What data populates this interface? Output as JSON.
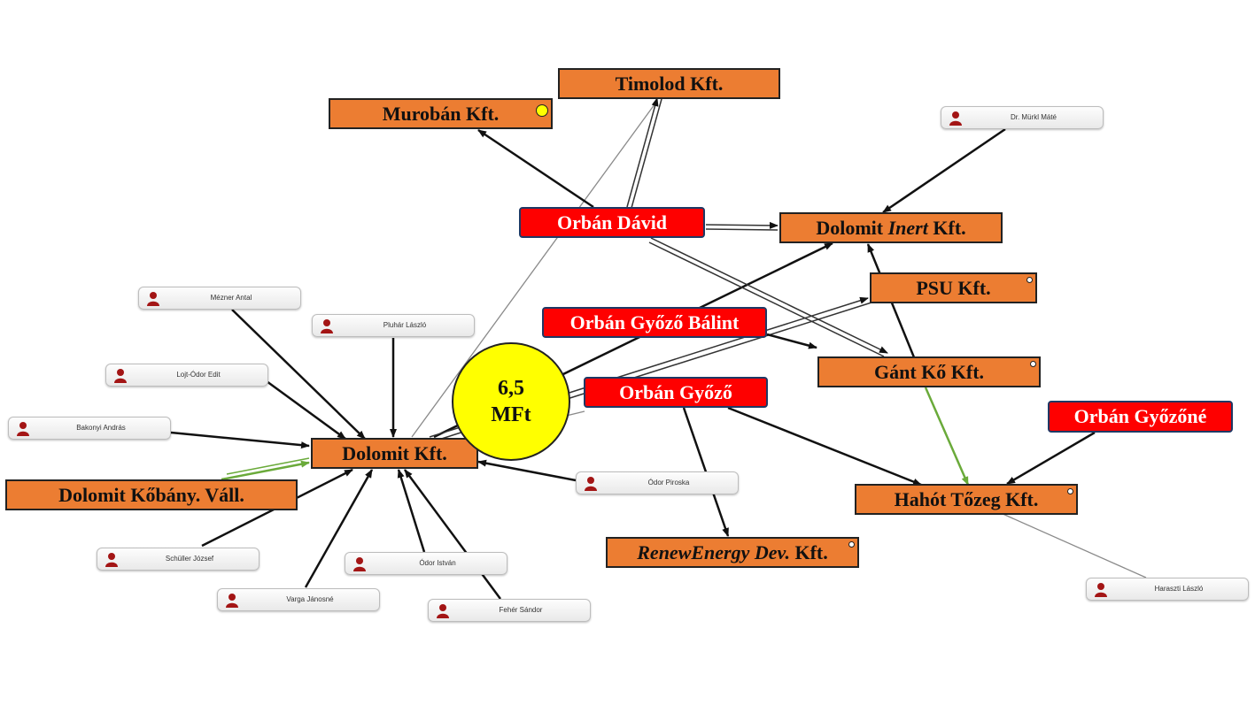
{
  "bubble": {
    "line1": "6,5",
    "line2": "MFt"
  },
  "companies": {
    "timolod": "Timolod Kft.",
    "muroban": "Murobán Kft.",
    "dolomit_inert_a": "Dolomit ",
    "dolomit_inert_b": "Inert",
    "dolomit_inert_c": " Kft.",
    "psu": "PSU Kft.",
    "gant_ko": "Gánt Kő Kft.",
    "dolomit": "Dolomit Kft.",
    "dolomit_kobany": "Dolomit Kőbány. Váll.",
    "hahot": "Hahót Tőzeg Kft.",
    "renew_a": "RenewEnergy Dev.",
    "renew_b": " Kft."
  },
  "owners": {
    "orban_david": "Orbán Dávid",
    "orban_gyozo_balint": "Orbán Győző Bálint",
    "orban_gyozo": "Orbán Győző",
    "orban_gyozone": "Orbán Győzőné"
  },
  "persons": {
    "murkl": "Dr. Mürkl Máté",
    "mezner": "Mézner Antal",
    "pluhar": "Pluhár László",
    "lojt": "Lojt-Ódor Edit",
    "bakonyi": "Bakonyi András",
    "odor_piroska": "Ódor Piroska",
    "schuller": "Schüller József",
    "odor_istvan": "Ódor István",
    "varga": "Varga Jánosné",
    "feher": "Fehér Sándor",
    "haraszti": "Haraszti László"
  },
  "colors": {
    "company_fill": "#ec7d32",
    "owner_fill": "#fe0000",
    "bubble_fill": "#ffff00",
    "edge": "#111111",
    "green_edge": "#6aaa3a",
    "person_icon": "#a31515"
  },
  "icons": {
    "person": "person-icon"
  }
}
